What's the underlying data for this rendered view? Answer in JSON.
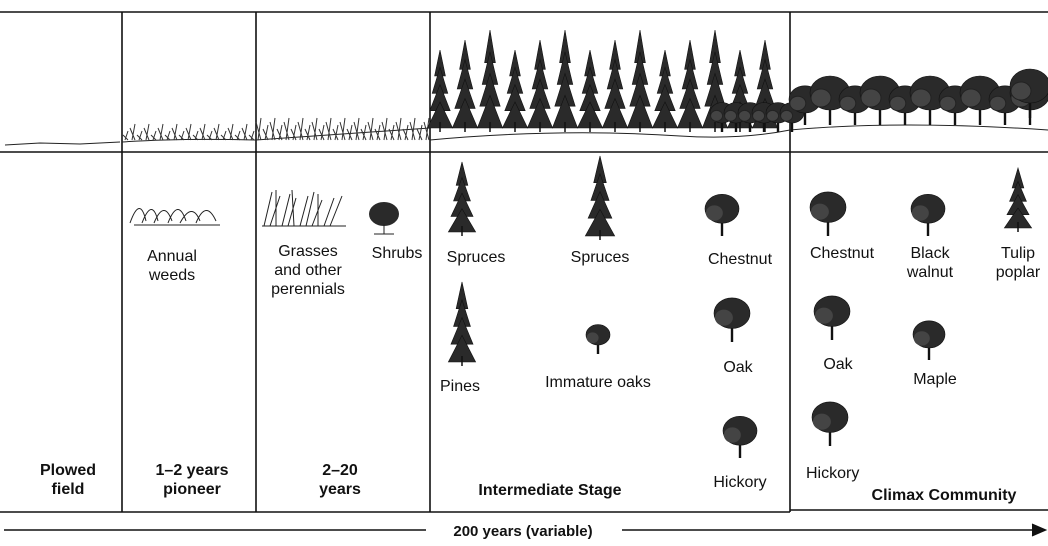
{
  "stages": [
    {
      "id": "plowed",
      "label": "Plowed\nfield"
    },
    {
      "id": "pioneer",
      "label": "1–2 years\npioneer"
    },
    {
      "id": "early",
      "label": "2–20\nyears"
    },
    {
      "id": "intermediate",
      "label": "Intermediate Stage"
    },
    {
      "id": "climax",
      "label": "Climax Community"
    }
  ],
  "plants": {
    "annual_weeds": "Annual\nweeds",
    "grasses": "Grasses\nand other\nperennials",
    "shrubs": "Shrubs",
    "spruces_1": "Spruces",
    "spruces_2": "Spruces",
    "pines": "Pines",
    "immature_oaks": "Immature oaks",
    "chestnut_int": "Chestnut",
    "oak_int": "Oak",
    "hickory_int": "Hickory",
    "chestnut_climax": "Chestnut",
    "black_walnut": "Black\nwalnut",
    "tulip_poplar": "Tulip\npoplar",
    "oak_climax": "Oak",
    "maple": "Maple",
    "hickory_climax": "Hickory"
  },
  "timeline": {
    "label": "200 years (variable)"
  },
  "colors": {
    "ink": "#111111",
    "foliage": "#2a2a2a",
    "background": "#ffffff"
  }
}
